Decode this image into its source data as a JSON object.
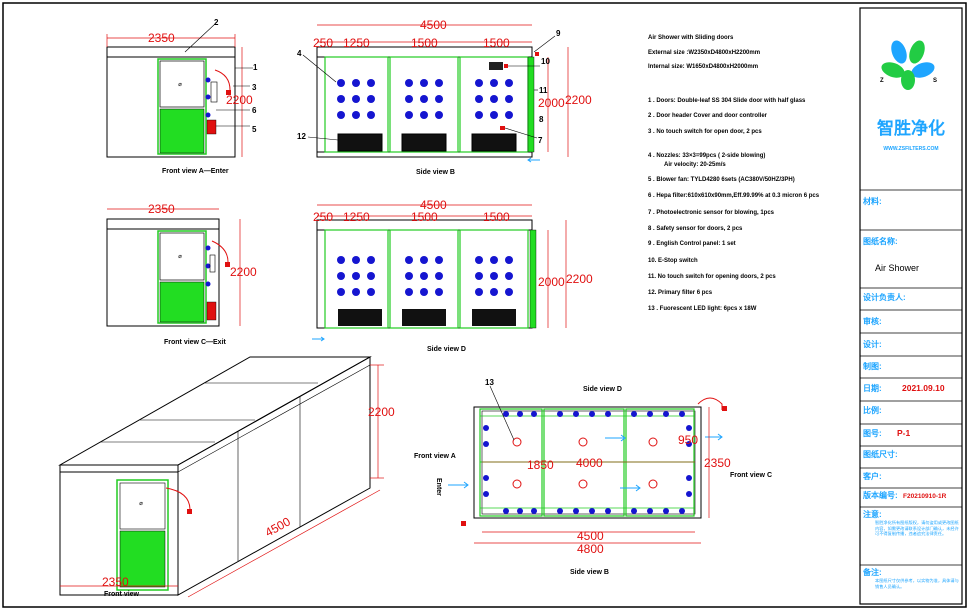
{
  "dimensions": {
    "width_2350": "2350",
    "length_4500": "4500",
    "height_2200": "2200",
    "height_2000": "2000",
    "seg_250": "250",
    "seg_1250": "1250",
    "seg_1500": "1500",
    "depth_4800": "4800",
    "inner_4000": "4000",
    "inner_1850": "1850",
    "door_950": "950"
  },
  "callouts": [
    "1",
    "2",
    "3",
    "4",
    "5",
    "6",
    "7",
    "8",
    "9",
    "10",
    "11",
    "12",
    "13"
  ],
  "captions": {
    "front_a": "Front view  A—Enter",
    "side_b": "Side view  B",
    "front_c": "Front view  C—Exit",
    "side_d": "Side view  D",
    "front": "Front view",
    "plan_top": "Side view  D",
    "plan_bottom": "Side view  B",
    "plan_left": "Front view   A",
    "plan_right": "Front view   C",
    "enter": "Enter"
  },
  "spec": {
    "title": "Air Shower with Sliding doors",
    "external": "External size :W2350xD4800xH2200mm",
    "internal": "Internal  size: W1650xD4800xH2000mm",
    "items": [
      "1  .  Doors: Double-leaf SS 304 Slide door with half glass",
      "2  .  Door   header  Cover and door controller",
      "3  .  No touch switch for open door, 2 pcs",
      "4  .  Nozzles: 33×3=99pcs ( 2-side blowing)",
      "Air velocity: 20-25m/s",
      "5  .  Blower fan: TYLD4280    6sets    (AC380V/50HZ/3PH)",
      "6  .  Hepa filter:610x610x90mm,Eff.99.99% at 0.3 micron 6 pcs",
      "7  .  Photoelectronic sensor for blowing, 1pcs",
      "8  .  Safety sensor for doors, 2 pcs",
      "9  .  English Control  panel: 1 set",
      "10.  E-Stop switch",
      "11.  No touch switch for opening doors, 2 pcs",
      "12. Primary filter  6 pcs",
      "13 . Fuorescent LED light:  6pcs x 18W"
    ]
  },
  "title_block": {
    "company": "智胜净化",
    "website": "WWW.ZSFILTERS.COM",
    "logo_letters": [
      "Z",
      "S"
    ],
    "material_label": "材料:",
    "drawing_name_label": "图纸名称:",
    "drawing_name": "Air Shower",
    "designer_label": "设计负责人:",
    "review_label": "审核:",
    "design_label": "设计:",
    "drafter_label": "制图:",
    "date_label": "日期:",
    "date_value": "2021.09.10",
    "scale_label": "比例:",
    "drawing_no_label": "图号:",
    "drawing_no_value": "P-1",
    "size_label": "图纸尺寸:",
    "customer_label": "客户:",
    "version_label": "版本编号:",
    "version_value": "F20210910-1R",
    "notes_label": "注意:",
    "notes_text": "智胜净化所有图纸版权，请勿盗用或更改图纸内容，如需更改请联系设计部门确认，未经许可不得复制传播，违者追究法律责任。",
    "remarks_label": "备注:",
    "remarks_text": "本图纸尺寸仅供参考，以实物为准，具体请与销售人员确认。"
  },
  "colors": {
    "red": "#e01010",
    "green": "#22dd22",
    "blue": "#1515d0",
    "cyan": "#1ea5ff"
  }
}
